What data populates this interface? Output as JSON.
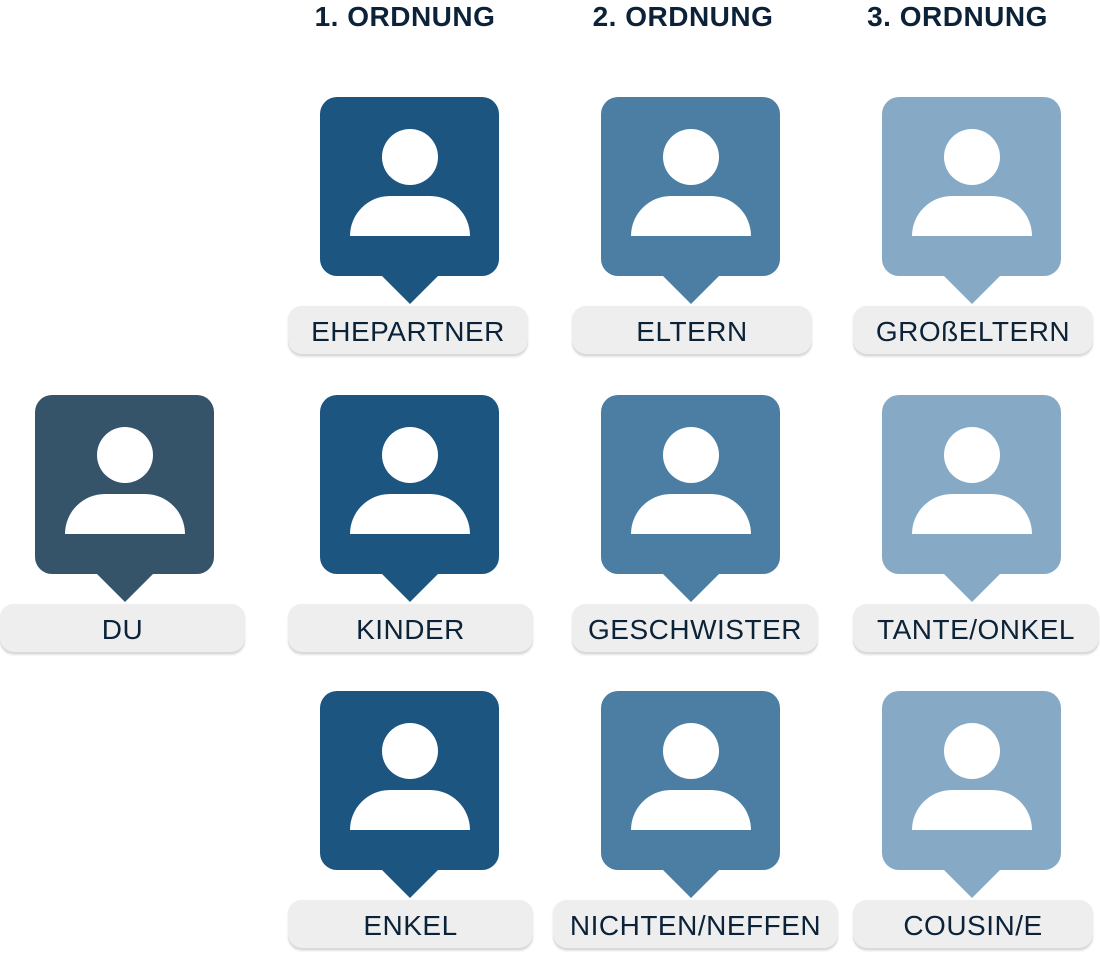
{
  "headers": [
    "1. ORDNUNG",
    "2. ORDNUNG",
    "3. ORDNUNG"
  ],
  "colors": {
    "you": "#355369",
    "order1": "#1c5580",
    "order2": "#4b7ea2",
    "order3": "#86aac6",
    "label_bg": "#eeeeee",
    "text": "#0b2238"
  },
  "people": {
    "du": "DU",
    "ehepartner": "EHEPARTNER",
    "kinder": "KINDER",
    "enkel": "ENKEL",
    "eltern": "ELTERN",
    "geschwister": "GESCHWISTER",
    "nichten_neffen": "NICHTEN/NEFFEN",
    "grosseltern": "GROßELTERN",
    "tante_onkel": "TANTE/ONKEL",
    "cousin": "COUSIN/E"
  },
  "icons": {
    "person": "person-icon"
  }
}
